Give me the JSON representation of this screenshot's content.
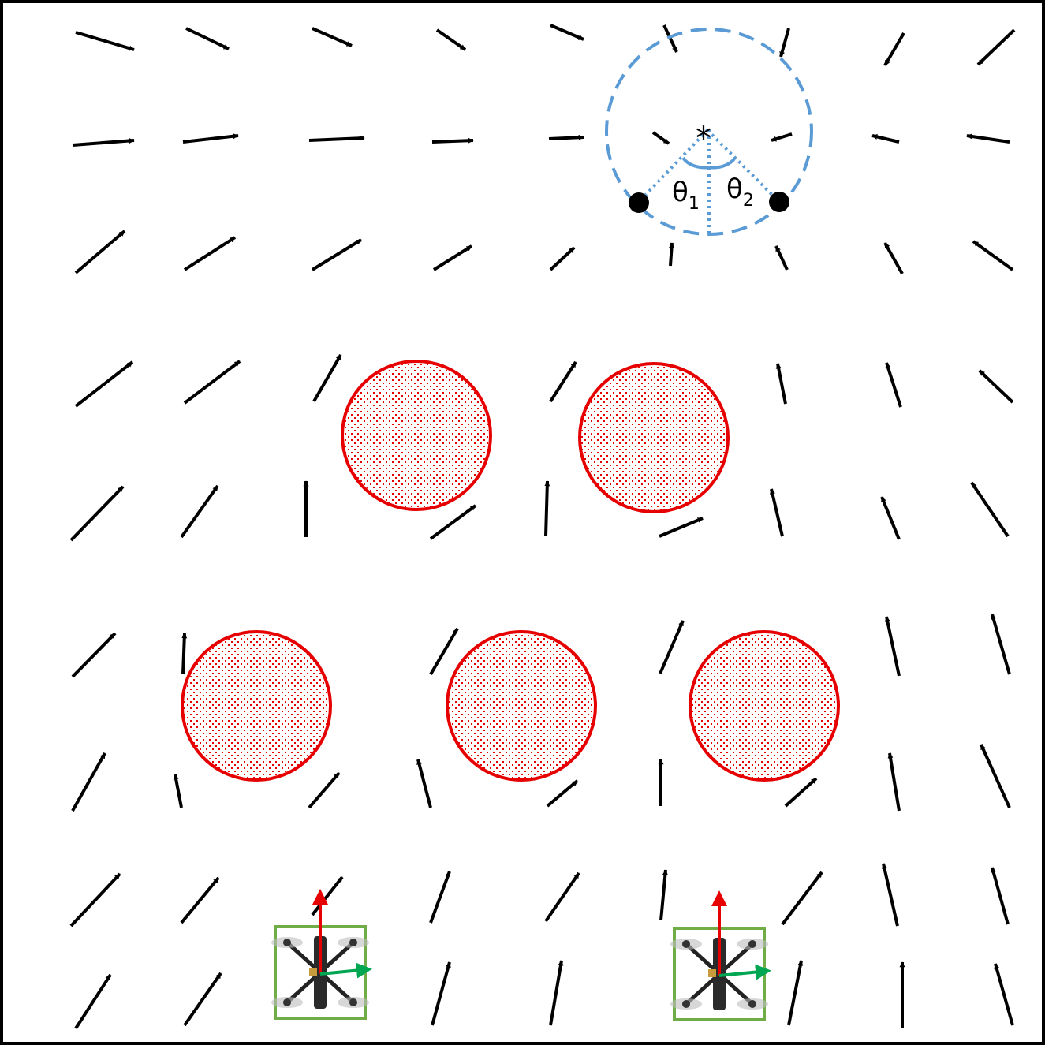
{
  "labels": {
    "goal_marker": "*",
    "theta1_symbol": "θ",
    "theta1_subscript": "1",
    "theta2_symbol": "θ",
    "theta2_subscript": "2"
  },
  "colors": {
    "field_arrow": "#000000",
    "obstacle": "#e60000",
    "goal_circle": "#5b9bd5",
    "drone_box": "#70ad47",
    "drone_heading": "#e60000",
    "drone_lateral": "#00a651",
    "frame": "#000000"
  },
  "icons": {
    "obstacle": "dotted-red-circle",
    "goal": "dashed-blue-circle",
    "drone": "quadrotor-icon",
    "direction": "arrow-icon"
  },
  "counts": {
    "obstacles": 5,
    "drones": 2,
    "formation_points": 2
  }
}
